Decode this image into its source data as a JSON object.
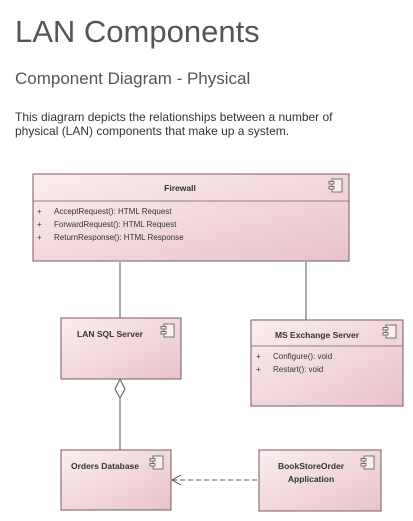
{
  "header": {
    "title": "LAN Components",
    "subtitle": "Component Diagram - Physical",
    "description": "This diagram depicts the relationships between a number of physical (LAN) components that make up a system."
  },
  "components": {
    "firewall": {
      "name": "Firewall",
      "operations": [
        "AcceptRequest(): HTML Request",
        "ForwardRequest(): HTML Request",
        "ReturnResponse(): HTML Response"
      ]
    },
    "lan_sql_server": {
      "name": "LAN SQL Server"
    },
    "ms_exchange_server": {
      "name": "MS Exchange Server",
      "operations": [
        "Configure(): void",
        "Restart(): void"
      ]
    },
    "orders_database": {
      "name": "Orders Database"
    },
    "bookstore_app": {
      "name_line1": "BookStoreOrder",
      "name_line2": "Application"
    }
  },
  "visibility_marker": "+",
  "colors": {
    "box_top": "#fbeef0",
    "box_bottom": "#e8c3c9",
    "border": "#7a5a5f",
    "line": "#555555"
  }
}
